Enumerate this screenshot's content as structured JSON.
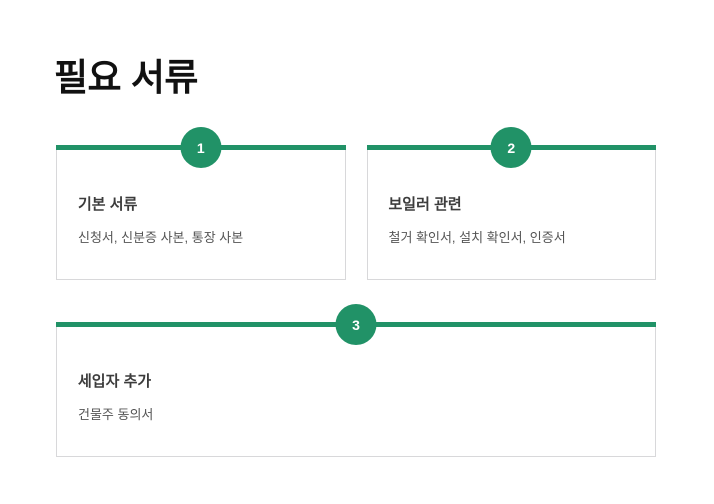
{
  "colors": {
    "accent_green": "#219267",
    "page_background": "#ffffff",
    "card_border": "#d8d8da",
    "heading_text": "#3c3c3c",
    "body_text": "#555555",
    "title_text": "#111111"
  },
  "header": {
    "title": "필요 서류"
  },
  "cards": [
    {
      "badge": "1",
      "heading": "기본 서류",
      "description": "신청서, 신분증 사본, 통장 사본"
    },
    {
      "badge": "2",
      "heading": "보일러 관련",
      "description": "철거 확인서, 설치 확인서, 인증서"
    },
    {
      "badge": "3",
      "heading": "세입자 추가",
      "description": "건물주 동의서"
    }
  ]
}
